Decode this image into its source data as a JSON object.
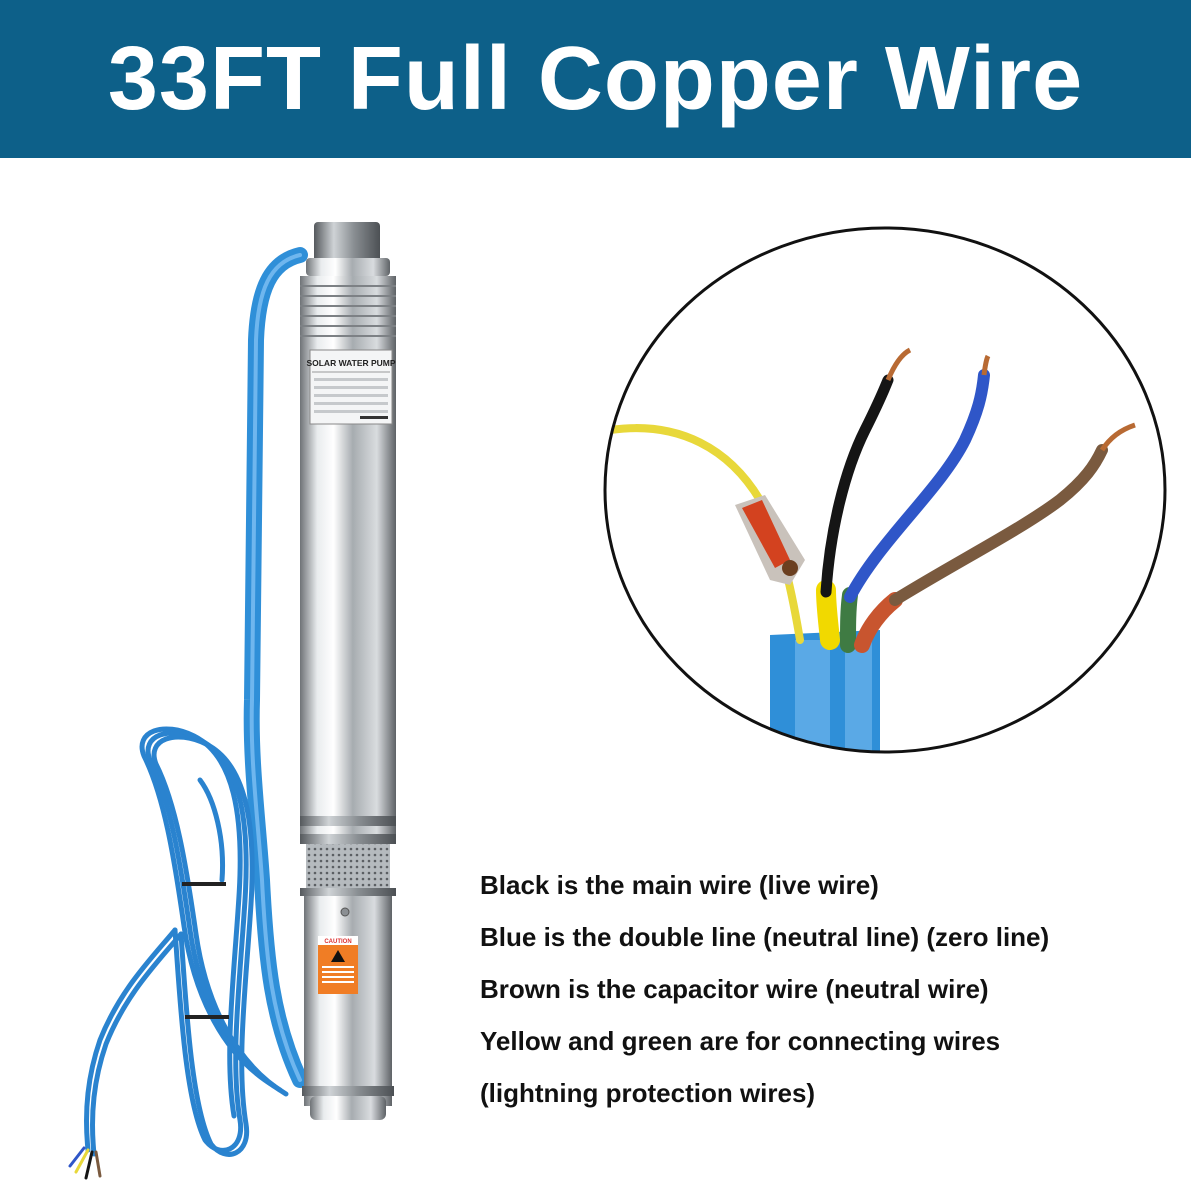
{
  "banner": {
    "title": "33FT Full Copper Wire",
    "background": "#0d6089"
  },
  "pump": {
    "label_title": "SOLAR WATER PUMP",
    "caution_label": "CAUTION"
  },
  "wire_colors": {
    "black": "#151515",
    "blue": "#2f56c8",
    "brown": "#7a5a3f",
    "yellow": "#e8d83a",
    "cable_sheath": "#2f8fd8"
  },
  "wire_notes": [
    "Black is the main wire (live wire)",
    "Blue is the double line (neutral line) (zero line)",
    "Brown is the capacitor wire (neutral wire)",
    "Yellow and green are for connecting wires",
    "(lightning protection wires)"
  ]
}
